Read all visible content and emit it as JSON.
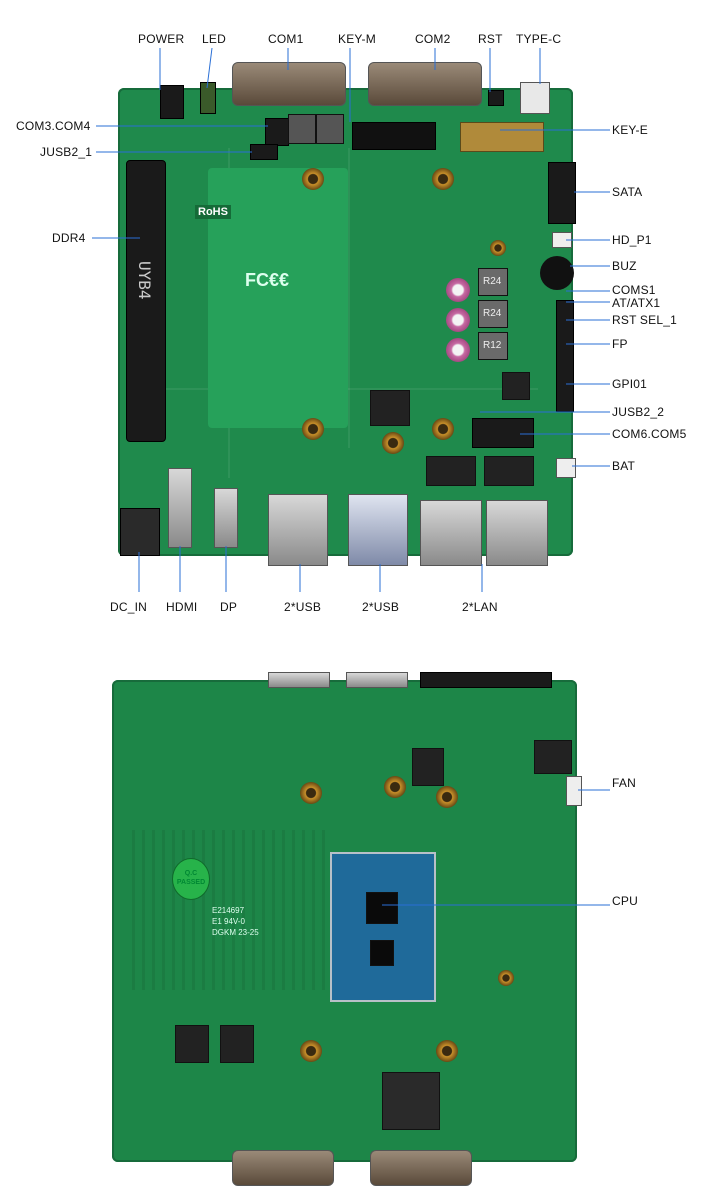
{
  "top_labels": {
    "power": "POWER",
    "led": "LED",
    "com1": "COM1",
    "key_m": "KEY-M",
    "com2": "COM2",
    "rst": "RST",
    "type_c": "TYPE-C"
  },
  "left_labels": {
    "com3_com4": "COM3.COM4",
    "jusb2_1": "JUSB2_1",
    "ddr4": "DDR4"
  },
  "right_labels": {
    "key_e": "KEY-E",
    "sata": "SATA",
    "hd_p1": "HD_P1",
    "buz": "BUZ",
    "coms1": "COMS1",
    "at_atx1": "AT/ATX1",
    "rst_sel_1": "RST SEL_1",
    "fp": "FP",
    "gpi01": "GPI01",
    "jusb2_2": "JUSB2_2",
    "com6_com5": "COM6.COM5",
    "bat": "BAT"
  },
  "bottom_labels": {
    "dc_in": "DC_IN",
    "hdmi": "HDMI",
    "dp": "DP",
    "usb_a": "2*USB",
    "usb_b": "2*USB",
    "lan": "2*LAN"
  },
  "back_labels": {
    "fan": "FAN",
    "cpu": "CPU"
  },
  "silkscreen": {
    "rohs": "RoHS",
    "fcc": "FC€€",
    "ddr_text": "UYB4",
    "passed": "Q.C PASSED",
    "board_code_1": "E214697",
    "board_code_2": "E1 94V-0",
    "board_code_3": "DGKM 23-25",
    "coil_1": "R24",
    "coil_2": "R24",
    "coil_3": "R12"
  },
  "colors": {
    "pcb": "#1f8a4c",
    "label_text": "#111111",
    "leader_line": "#2a6fd6"
  }
}
